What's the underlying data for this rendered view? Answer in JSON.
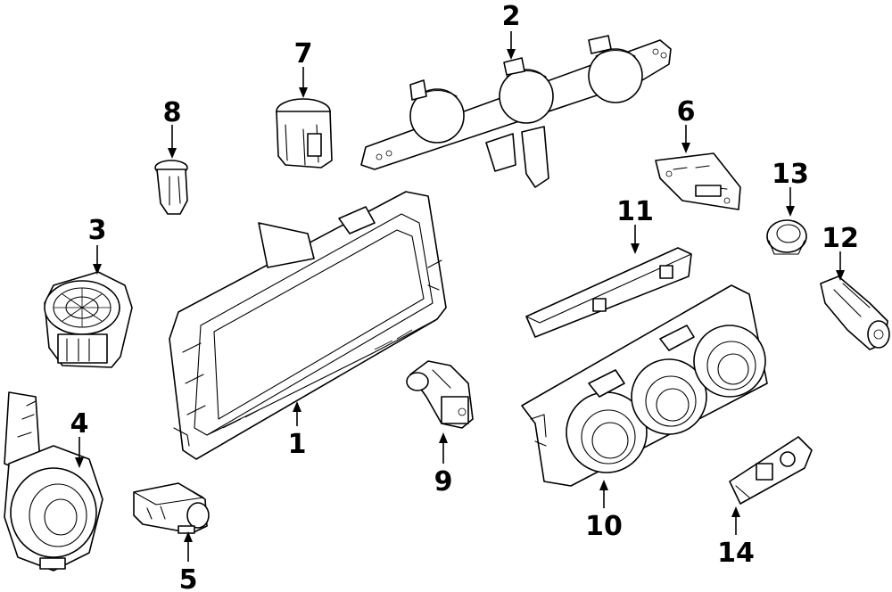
{
  "diagram": {
    "callouts": [
      "1",
      "2",
      "3",
      "4",
      "5",
      "6",
      "7",
      "8",
      "9",
      "10",
      "11",
      "12",
      "13",
      "14"
    ]
  },
  "colors": {
    "line": "#000000",
    "background": "#ffffff"
  }
}
